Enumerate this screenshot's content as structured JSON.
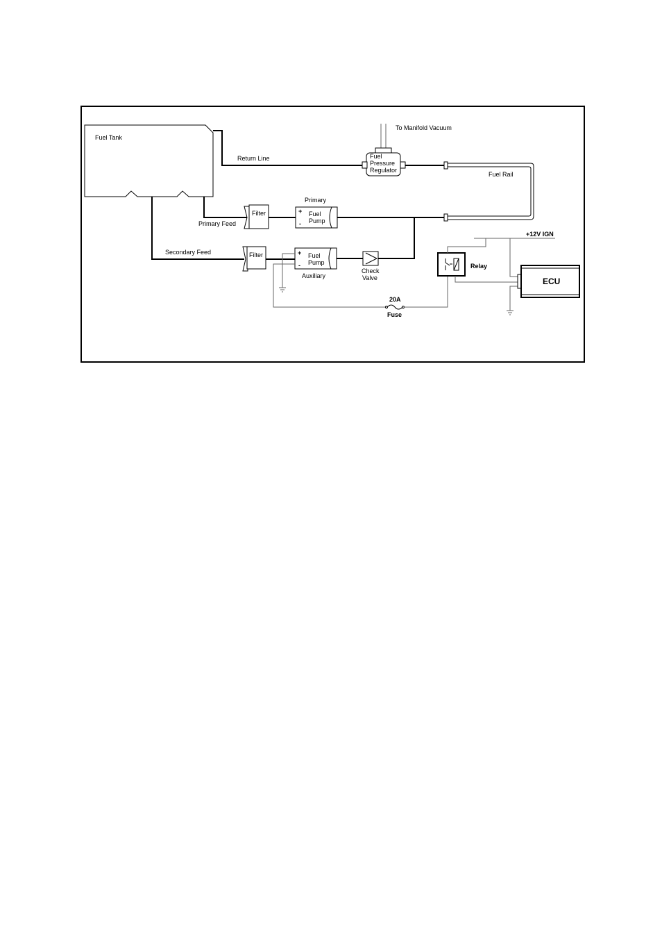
{
  "labels": {
    "fuel_tank": "Fuel Tank",
    "return_line": "Return Line",
    "manifold_vacuum": "To Manifold Vacuum",
    "regulator_1": "Fuel",
    "regulator_2": "Pressure",
    "regulator_3": "Regulator",
    "fuel_rail": "Fuel Rail",
    "primary": "Primary",
    "filter_primary": "Filter",
    "primary_feed": "Primary Feed",
    "pump_primary_1": "Fuel",
    "pump_primary_2": "Pump",
    "secondary_feed": "Secondary Feed",
    "filter_secondary": "Filter",
    "pump_aux_1": "Fuel",
    "pump_aux_2": "Pump",
    "auxiliary": "Auxiliary",
    "check_valve_1": "Check",
    "check_valve_2": "Valve",
    "relay": "Relay",
    "ign": "+12V IGN",
    "ecu": "ECU",
    "fuse_rating": "20A",
    "fuse": "Fuse",
    "plus": "+",
    "minus": "-"
  },
  "colors": {
    "line": "#000000",
    "wire": "#666666",
    "background": "#ffffff"
  }
}
